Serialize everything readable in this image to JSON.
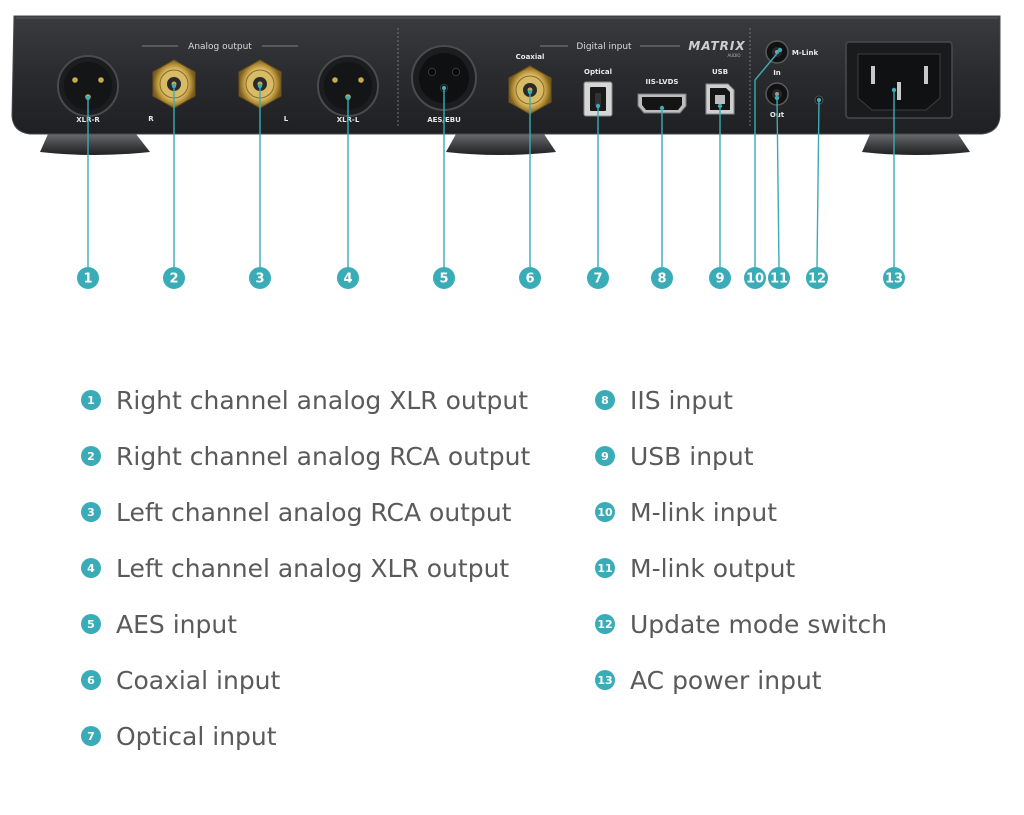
{
  "panel": {
    "analog_output_label": "Analog output",
    "digital_input_label": "Digital input",
    "brand": "MATRIX",
    "brand_sub": "AUDIO",
    "xlr_r": "XLR-R",
    "rca_r": "R",
    "rca_l": "L",
    "xlr_l": "XLR-L",
    "aes_ebu": "AES/EBU",
    "coaxial": "Coaxial",
    "optical": "Optical",
    "iis_lvds": "IIS-LVDS",
    "usb": "USB",
    "mlink": "M-Link",
    "mlink_in": "In",
    "mlink_out": "Out"
  },
  "colors": {
    "callout": "#3aacb8",
    "chassis": "#2c2d30",
    "legend_text": "#5a5a5a"
  },
  "callouts": [
    "1",
    "2",
    "3",
    "4",
    "5",
    "6",
    "7",
    "8",
    "9",
    "10",
    "11",
    "12",
    "13"
  ],
  "legend": [
    {
      "num": "1",
      "text": "Right channel analog XLR output"
    },
    {
      "num": "2",
      "text": "Right channel analog RCA output"
    },
    {
      "num": "3",
      "text": "Left channel analog RCA output"
    },
    {
      "num": "4",
      "text": "Left channel analog XLR output"
    },
    {
      "num": "5",
      "text": "AES input"
    },
    {
      "num": "6",
      "text": "Coaxial input"
    },
    {
      "num": "7",
      "text": "Optical input"
    },
    {
      "num": "8",
      "text": "IIS input"
    },
    {
      "num": "9",
      "text": "USB input"
    },
    {
      "num": "10",
      "text": "M-link input"
    },
    {
      "num": "11",
      "text": "M-link output"
    },
    {
      "num": "12",
      "text": "Update mode switch"
    },
    {
      "num": "13",
      "text": "AC power input"
    }
  ]
}
